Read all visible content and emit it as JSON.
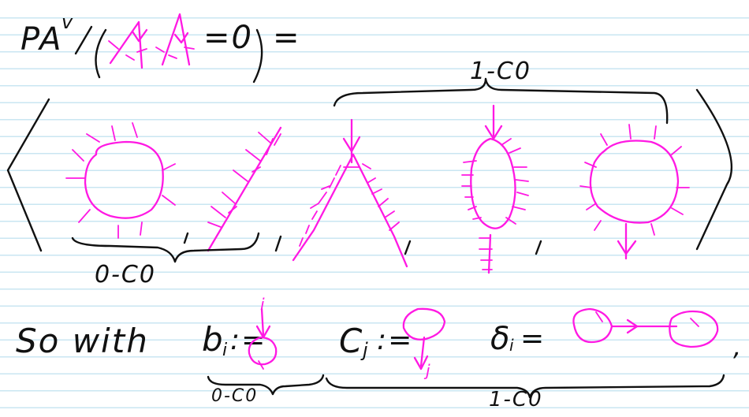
{
  "note": {
    "line1": {
      "prefix": "PA",
      "superscript": "v",
      "equals_zero": "=0",
      "equals": "="
    },
    "brace_labels": {
      "top": "1-C0",
      "bottom_left": "0-C0"
    },
    "line3": {
      "so_with": "So with",
      "b_label": "b",
      "b_sub": "i",
      "b_assign": ":=",
      "b_index": "i",
      "c_label": "C",
      "c_sub": "j",
      "c_assign": ":=",
      "c_index": "j",
      "d_label": "δ",
      "d_sub": "i",
      "d_assign": "=",
      "trailing_comma": ","
    },
    "line3_brace_labels": {
      "left": "0-C0",
      "right": "1-C0"
    },
    "colors": {
      "ink": "#111111",
      "accent": "#ff19e3",
      "rule": "#c9e6f2"
    },
    "icons": [
      "vertex-diagram-icon",
      "circle-with-hairs-icon",
      "hairy-line-icon",
      "wedge-icon",
      "eye-loop-icon",
      "circle-tail-icon",
      "dumbbell-icon"
    ]
  }
}
